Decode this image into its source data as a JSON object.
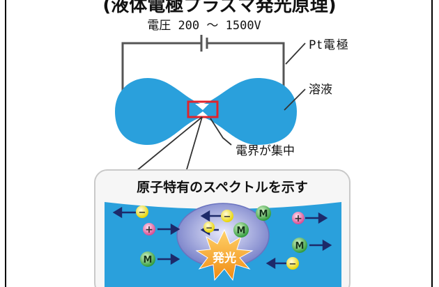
{
  "header": {
    "cut_title": "(液体電極プラズマ発光原理)"
  },
  "diagram": {
    "voltage_label": "電圧 200 〜 1500V",
    "electrode_label": "Pt電極",
    "solution_label": "溶液",
    "field_label": "電界が集中",
    "spectrum_label": "原子特有のスペクトルを示す",
    "emission_label": "発光"
  },
  "particles": {
    "electron_symbol": "−",
    "ion_symbol": "+",
    "metal_symbol": "M"
  },
  "colors": {
    "solution": "#2AA0DC",
    "electrode_wire": "#555555",
    "focus_box": "#E0242C",
    "electron": "#F2E600",
    "ion": "#E0509A",
    "metal": "#3CB04A",
    "burst": "#F39A1E",
    "plasma": "#8E96D6"
  }
}
